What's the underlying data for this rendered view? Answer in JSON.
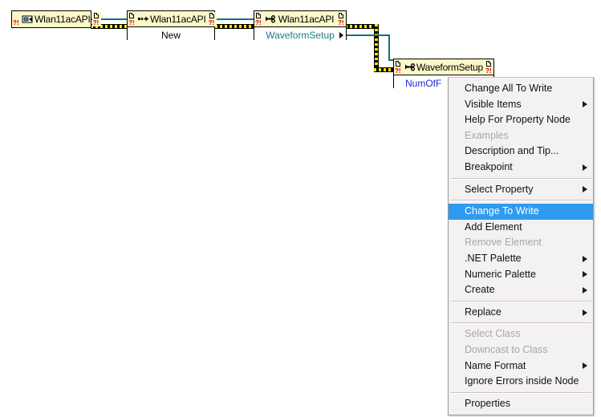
{
  "app": {
    "type": "labview-block-diagram",
    "background": "#ffffff",
    "wire_data_color": "#1a7070",
    "wire_error_color": "#f2e900",
    "node_header_color": "#fbf7c8",
    "menu_highlight_color": "#2e9bf0",
    "property_text_color": "#2222dd",
    "property_text_color_teal": "#1a7a8a"
  },
  "diagram": {
    "nodes": [
      {
        "id": "node-constructor-ref",
        "icon": "dotnet-refnum-icon",
        "title": "Wlan11acAPI",
        "sub": "",
        "prop": ""
      },
      {
        "id": "node-constructor-new",
        "icon": "constructor-node-icon",
        "title": "Wlan11acAPI",
        "sub": "New",
        "prop": ""
      },
      {
        "id": "node-property-waveformsetup",
        "icon": "property-node-icon",
        "title": "Wlan11acAPI",
        "sub": "",
        "prop": "WaveformSetup"
      },
      {
        "id": "node-property-numofframes",
        "icon": "property-node-icon",
        "title": "WaveformSetup",
        "sub": "",
        "prop": "NumOfF"
      }
    ]
  },
  "context_menu": {
    "title": "property-node-context-menu",
    "items": [
      {
        "label": "Change All To Write",
        "submenu": false,
        "disabled": false,
        "selected": false
      },
      {
        "label": "Visible Items",
        "submenu": true,
        "disabled": false,
        "selected": false
      },
      {
        "label": "Help For Property Node",
        "submenu": false,
        "disabled": false,
        "selected": false
      },
      {
        "label": "Examples",
        "submenu": false,
        "disabled": true,
        "selected": false
      },
      {
        "label": "Description and Tip...",
        "submenu": false,
        "disabled": false,
        "selected": false
      },
      {
        "label": "Breakpoint",
        "submenu": true,
        "disabled": false,
        "selected": false
      },
      {
        "separator": true
      },
      {
        "label": "Select Property",
        "submenu": true,
        "disabled": false,
        "selected": false
      },
      {
        "separator": true
      },
      {
        "label": "Change To Write",
        "submenu": false,
        "disabled": false,
        "selected": true
      },
      {
        "label": "Add Element",
        "submenu": false,
        "disabled": false,
        "selected": false
      },
      {
        "label": "Remove Element",
        "submenu": false,
        "disabled": true,
        "selected": false
      },
      {
        "label": ".NET Palette",
        "submenu": true,
        "disabled": false,
        "selected": false
      },
      {
        "label": "Numeric Palette",
        "submenu": true,
        "disabled": false,
        "selected": false
      },
      {
        "label": "Create",
        "submenu": true,
        "disabled": false,
        "selected": false
      },
      {
        "separator": true
      },
      {
        "label": "Replace",
        "submenu": true,
        "disabled": false,
        "selected": false
      },
      {
        "separator": true
      },
      {
        "label": "Select Class",
        "submenu": false,
        "disabled": true,
        "selected": false
      },
      {
        "label": "Downcast to Class",
        "submenu": false,
        "disabled": true,
        "selected": false
      },
      {
        "label": "Name Format",
        "submenu": true,
        "disabled": false,
        "selected": false
      },
      {
        "label": "Ignore Errors inside Node",
        "submenu": false,
        "disabled": false,
        "selected": false
      },
      {
        "separator": true
      },
      {
        "label": "Properties",
        "submenu": false,
        "disabled": false,
        "selected": false
      }
    ]
  }
}
